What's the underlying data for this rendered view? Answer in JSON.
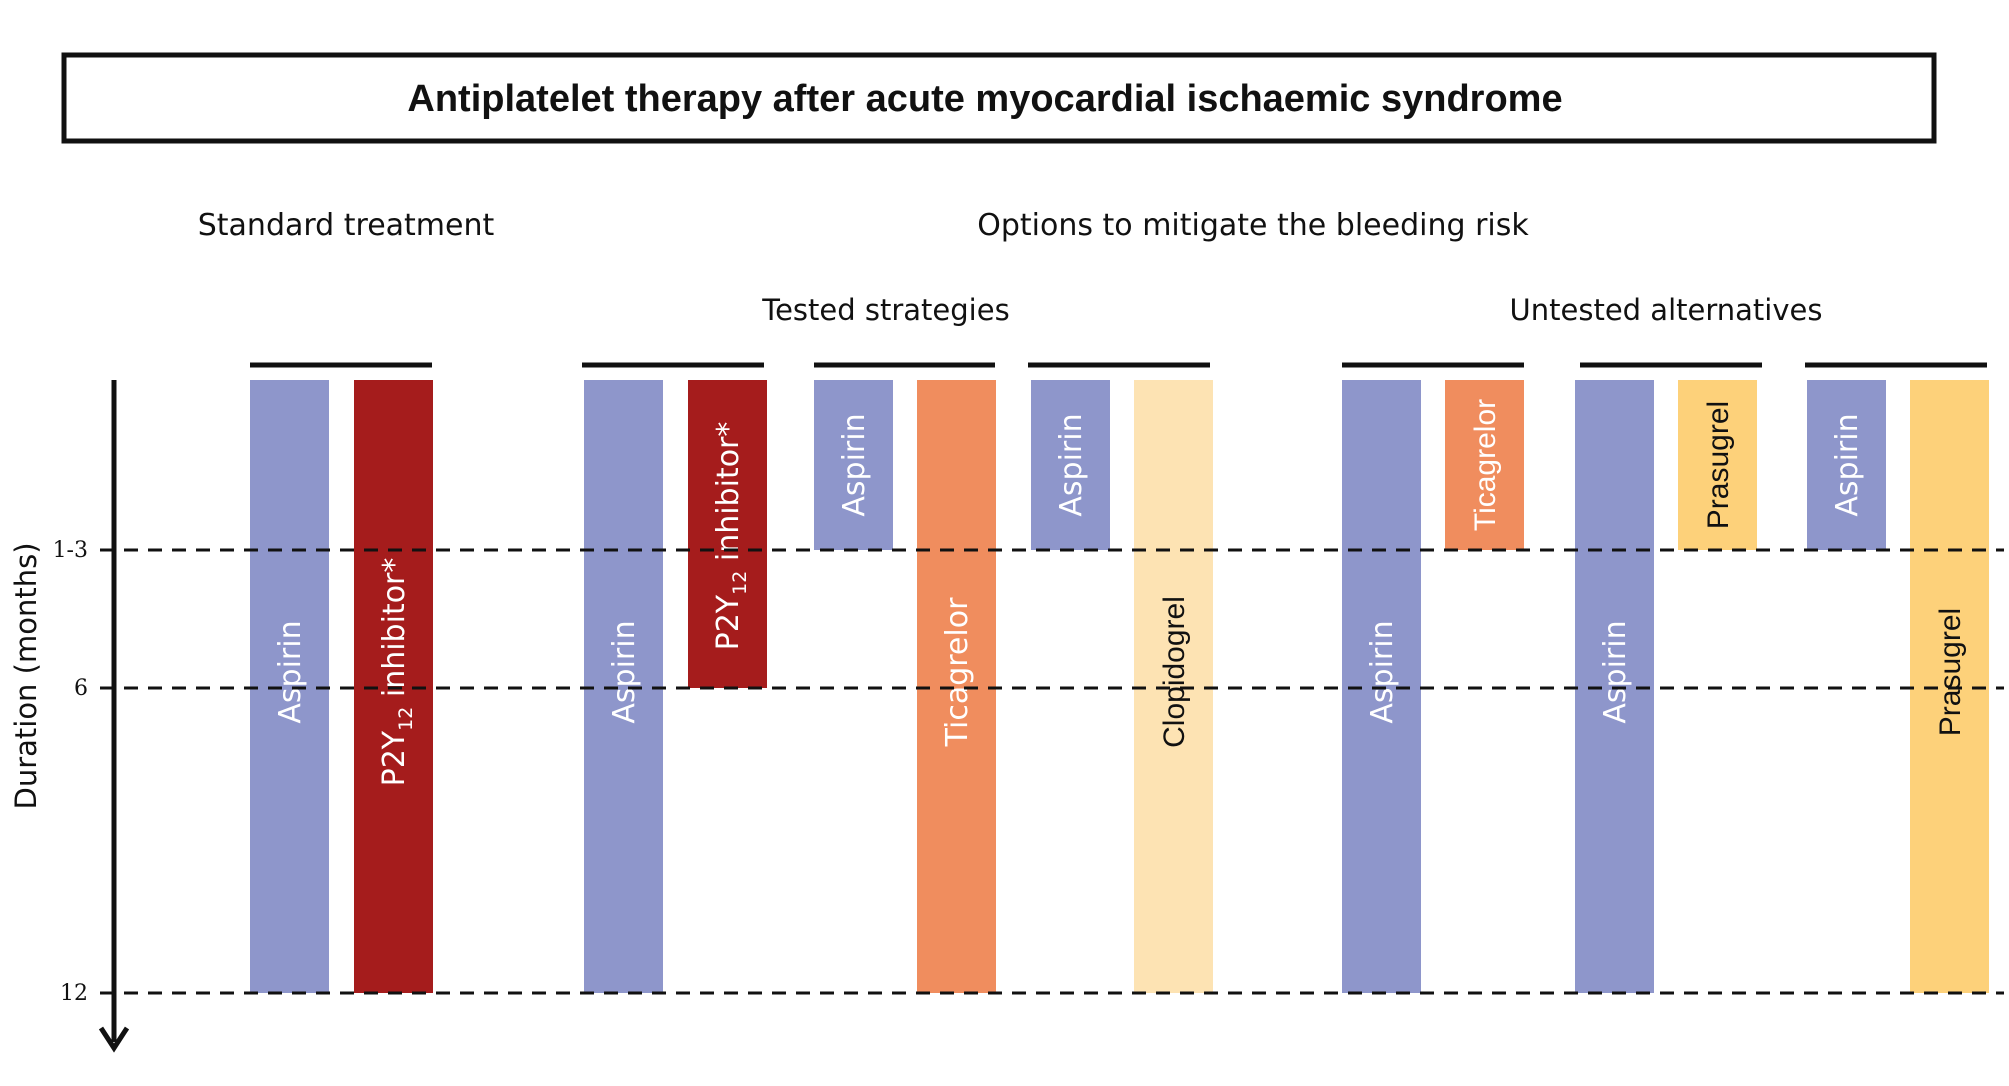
{
  "title": "Antiplatelet therapy after acute myocardial ischaemic syndrome",
  "headers": {
    "standard": "Standard treatment",
    "options": "Options to mitigate the bleeding risk",
    "tested": "Tested strategies",
    "untested": "Untested alternatives"
  },
  "axis": {
    "label": "Duration (months)",
    "ticks": [
      "1-3",
      "6",
      "12"
    ]
  },
  "colors": {
    "aspirin": "#8e96cb",
    "p2y12": "#a51c1c",
    "ticagrelor": "#f08d5e",
    "clopidogrel": "#fde3b3",
    "prasugrel": "#fdd17a"
  },
  "labels": {
    "aspirin": "Aspirin",
    "p2y_prefix": "P2Y",
    "p2y_sub": "12",
    "p2y_suffix": " inhibitor*",
    "ticagrelor": "Ticagrelor",
    "clopidogrel": "Clopidogrel",
    "prasugrel": "Prasugrel"
  },
  "strategies": [
    {
      "group": "standard",
      "drugs": [
        {
          "drug": "Aspirin",
          "until": "12"
        },
        {
          "drug": "P2Y12 inhibitor*",
          "until": "12"
        }
      ]
    },
    {
      "group": "tested",
      "drugs": [
        {
          "drug": "Aspirin",
          "until": "12"
        },
        {
          "drug": "P2Y12 inhibitor*",
          "until": "6"
        }
      ]
    },
    {
      "group": "tested",
      "drugs": [
        {
          "drug": "Aspirin",
          "until": "1-3"
        },
        {
          "drug": "Ticagrelor",
          "until": "12"
        }
      ]
    },
    {
      "group": "tested",
      "drugs": [
        {
          "drug": "Aspirin",
          "until": "1-3"
        },
        {
          "drug": "Clopidogrel",
          "until": "12"
        }
      ]
    },
    {
      "group": "untested",
      "drugs": [
        {
          "drug": "Aspirin",
          "until": "12"
        },
        {
          "drug": "Ticagrelor",
          "until": "1-3"
        }
      ]
    },
    {
      "group": "untested",
      "drugs": [
        {
          "drug": "Aspirin",
          "until": "12"
        },
        {
          "drug": "Prasugrel",
          "until": "1-3"
        }
      ]
    },
    {
      "group": "untested",
      "drugs": [
        {
          "drug": "Aspirin",
          "until": "1-3"
        },
        {
          "drug": "Prasugrel",
          "until": "12"
        }
      ]
    }
  ]
}
